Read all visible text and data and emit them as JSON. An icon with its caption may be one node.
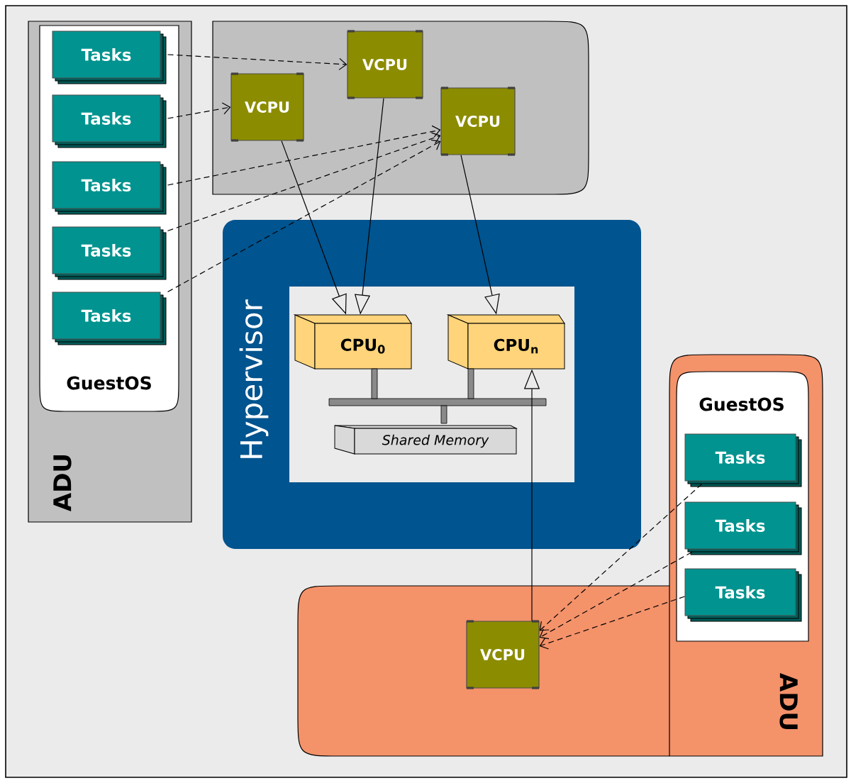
{
  "diagram": {
    "nodes": [
      {
        "text": [
          "ADU"
        ]
      },
      {
        "text": [
          "GuestOS"
        ],
        "in": 0
      },
      {
        "text": [
          "Tasks"
        ],
        "in": 1
      },
      {
        "text": [
          "Tasks"
        ],
        "in": 1
      },
      {
        "text": [
          "Tasks"
        ],
        "in": 1
      },
      {
        "text": [
          "Tasks"
        ],
        "in": 1
      },
      {
        "text": [
          "Tasks"
        ],
        "in": 1
      },
      {
        "text": [
          "VCPU"
        ],
        "in": 0
      },
      {
        "text": [
          "VCPU"
        ],
        "in": 0
      },
      {
        "text": [
          "VCPU"
        ],
        "in": 0
      },
      {
        "text": [
          "Hypervisor"
        ]
      },
      {
        "text": [],
        "shape": "box",
        "in": 10
      },
      {
        "text": [
          "CPU$_{0}$"
        ],
        "in": 11
      },
      {
        "text": [
          "CPU$_{n}$"
        ],
        "in": 11
      },
      {
        "text": [
          "Shared Memory"
        ]
      },
      {
        "text": [
          "ADU"
        ]
      },
      {
        "text": [
          "GuestOS"
        ],
        "in": 15
      },
      {
        "text": [
          "Tasks"
        ],
        "in": 16
      },
      {
        "text": [
          "Tasks"
        ],
        "in": 16
      },
      {
        "text": [
          "Tasks"
        ],
        "in": 16
      },
      {
        "text": [
          "VCPU"
        ],
        "in": 15
      }
    ],
    "edges": [
      {
        "from": 2,
        "to": 8,
        "arrow": "to",
        "style": "dashed"
      },
      {
        "from": 3,
        "to": 7,
        "arrow": "to",
        "style": "dashed"
      },
      {
        "from": 4,
        "to": 9,
        "arrow": "to",
        "style": "dashed"
      },
      {
        "from": 5,
        "to": 9,
        "arrow": "to",
        "style": "dashed"
      },
      {
        "from": 6,
        "to": 9,
        "arrow": "to",
        "style": "dashed"
      },
      {
        "from": 7,
        "to": 12,
        "arrow": "to"
      },
      {
        "from": 8,
        "to": 12,
        "arrow": "to"
      },
      {
        "from": 9,
        "to": 13,
        "arrow": "to"
      },
      {
        "from": 20,
        "to": 13,
        "arrow": "to"
      },
      {
        "from": 17,
        "to": 20,
        "arrow": "to",
        "style": "dashed"
      },
      {
        "from": 18,
        "to": 20,
        "arrow": "to",
        "style": "dashed"
      },
      {
        "from": 19,
        "to": 20,
        "arrow": "to",
        "style": "dashed"
      }
    ]
  }
}
